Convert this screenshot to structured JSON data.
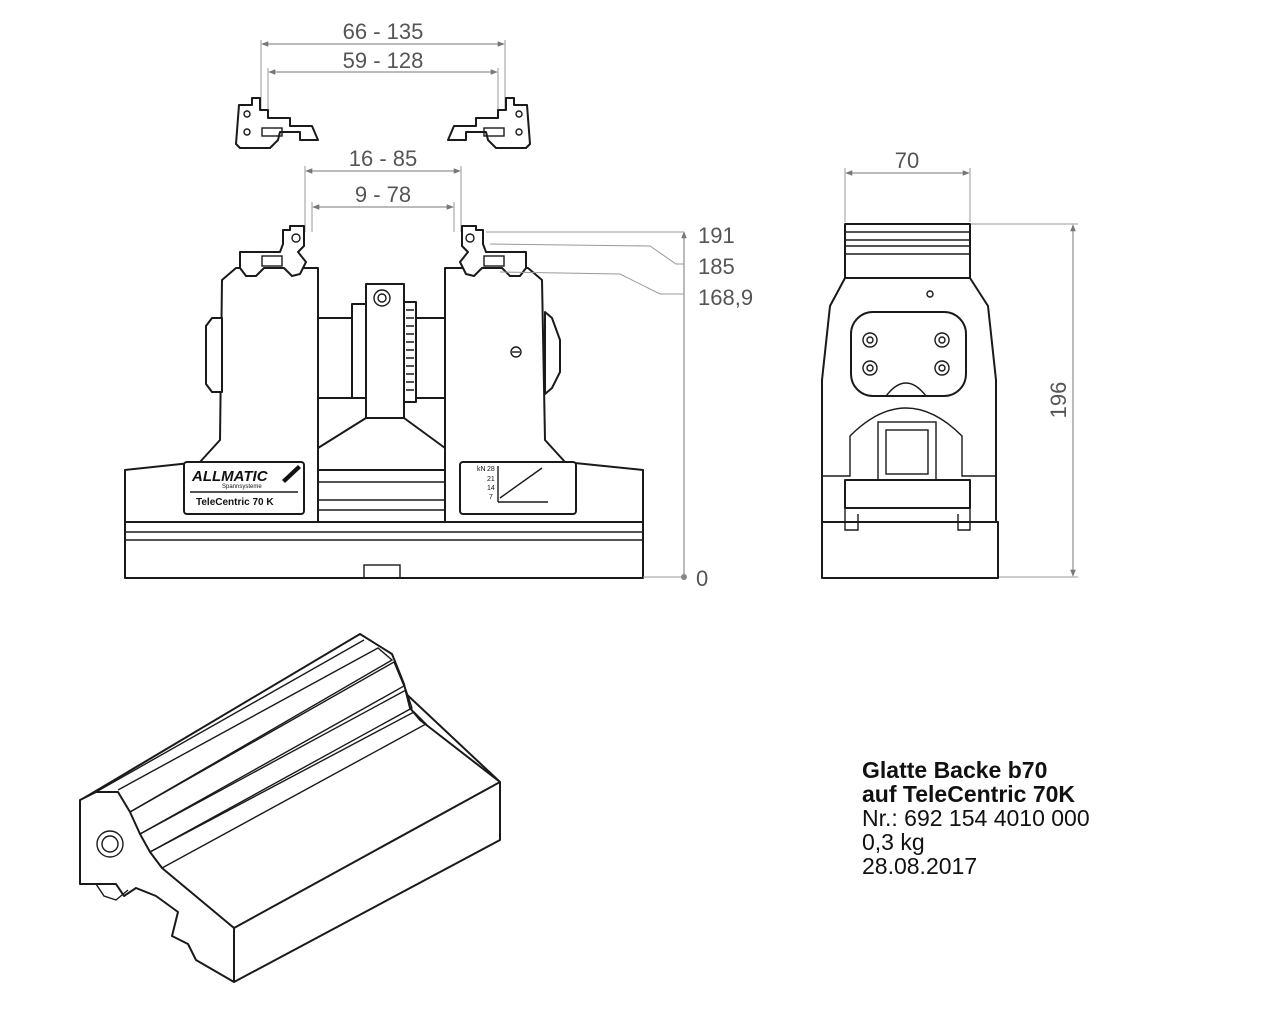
{
  "dimensions": {
    "top_outer": "66 - 135",
    "top_inner": "59 - 128",
    "mid_outer": "16 - 85",
    "mid_inner": "9 - 78",
    "width": "70",
    "height_total": "196",
    "level_191": "191",
    "level_185": "185",
    "level_168": "168,9",
    "level_0": "0"
  },
  "labels": {
    "brand": "ALLMATIC",
    "brand_sub": "Spannsysteme",
    "model": "TeleCentric 70 K",
    "force_unit": "kN",
    "force_ticks": [
      "28",
      "21",
      "14",
      "7"
    ]
  },
  "title_block": {
    "line1": "Glatte Backe b70",
    "line2": "auf TeleCentric 70K",
    "line3": "Nr.: 692 154 4010 000",
    "line4": "0,3 kg",
    "line5": "28.08.2017"
  }
}
